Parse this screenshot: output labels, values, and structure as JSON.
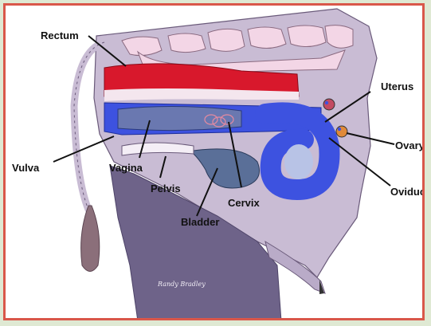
{
  "labels": {
    "rectum": "Rectum",
    "uterus": "Uterus",
    "ovary": "Ovary",
    "vulva": "Vulva",
    "vagina": "Vagina",
    "oviduct": "Oviduc",
    "pelvis": "Pelvis",
    "cervix": "Cervix",
    "bladder": "Bladder"
  },
  "signature": "Randy Bradley",
  "colors": {
    "frame": "#d9574a",
    "body": "#c9bcd4",
    "rectum": "#d8182c",
    "reproductive_tract": "#3d52e0",
    "bladder": "#5a6f98",
    "leg": "#6e6389"
  }
}
